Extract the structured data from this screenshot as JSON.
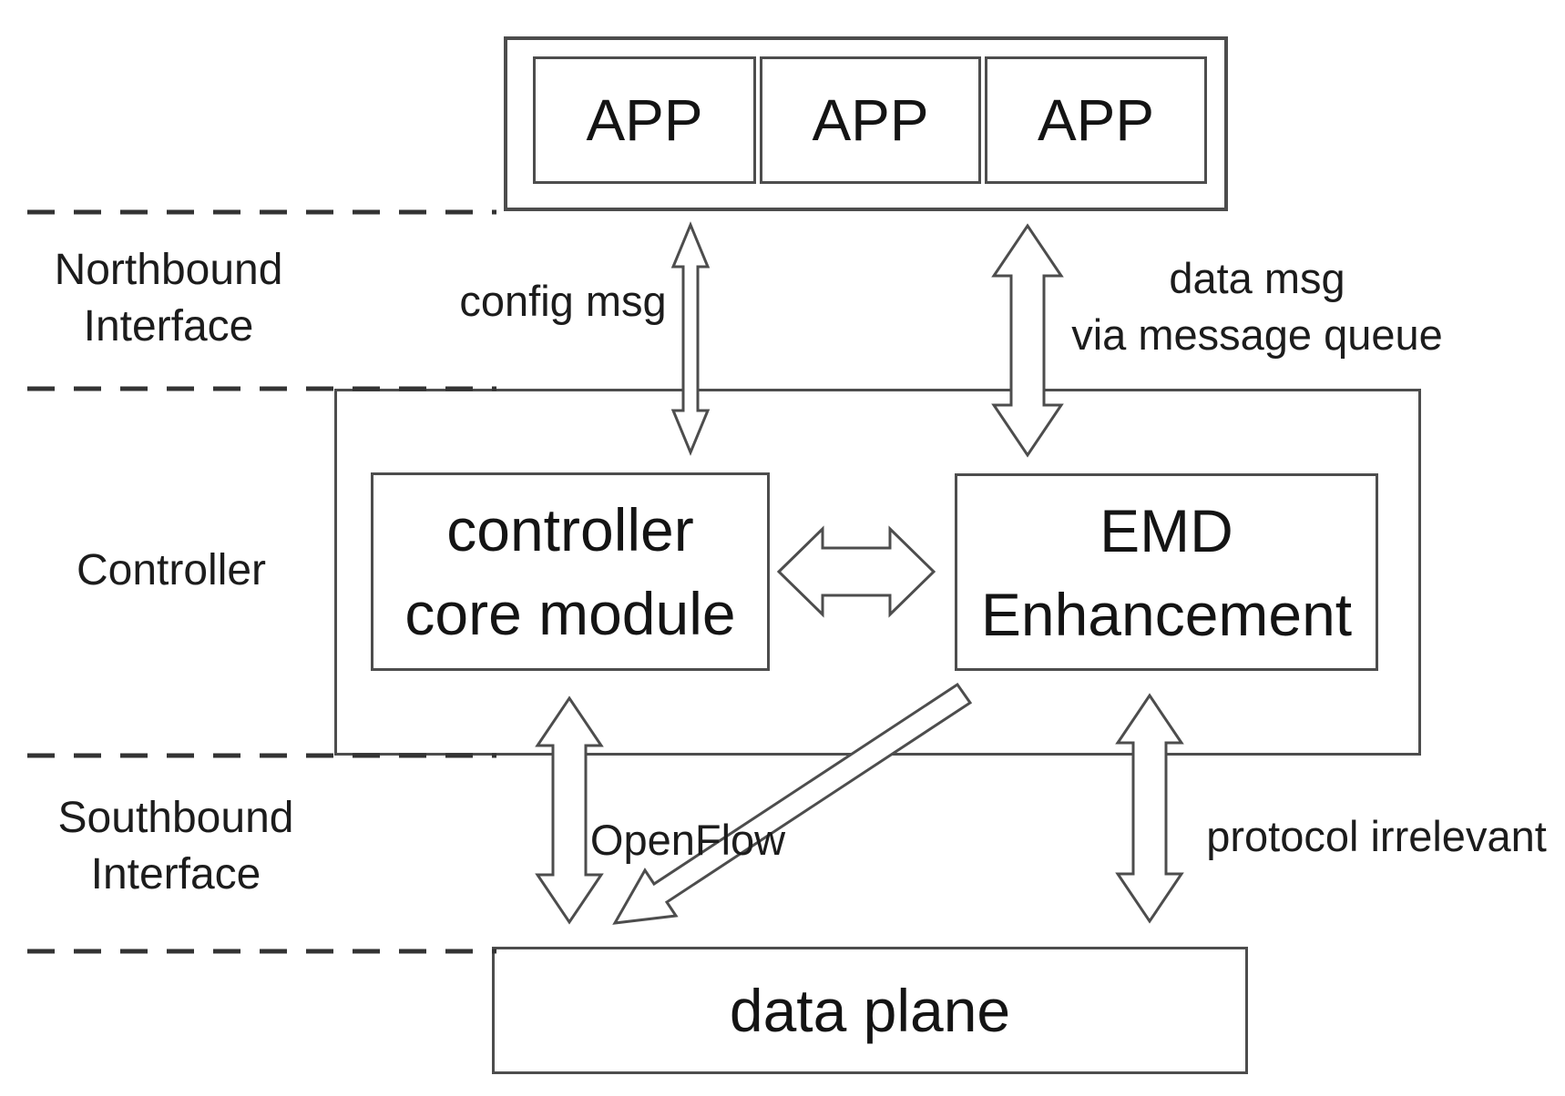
{
  "layers": {
    "northbound": {
      "line1": "Northbound",
      "line2": "Interface"
    },
    "controller": {
      "label": "Controller"
    },
    "southbound": {
      "line1": "Southbound",
      "line2": "Interface"
    }
  },
  "app_row": {
    "apps": [
      {
        "label": "APP"
      },
      {
        "label": "APP"
      },
      {
        "label": "APP"
      }
    ]
  },
  "controller_section": {
    "core_module": {
      "line1": "controller",
      "line2": "core module"
    },
    "emd": {
      "line1": "EMD",
      "line2": "Enhancement"
    }
  },
  "data_plane": {
    "label": "data plane"
  },
  "arrows": {
    "config": {
      "label": "config msg",
      "icon": "double-arrow-vertical"
    },
    "data_msg": {
      "line1": "data msg",
      "line2": "via message queue",
      "icon": "double-arrow-vertical"
    },
    "core_emd": {
      "icon": "double-arrow-horizontal"
    },
    "openflow": {
      "label": "OpenFlow",
      "icon": "double-arrow-vertical"
    },
    "emd_to_dataplane": {
      "icon": "single-arrow-diagonal"
    },
    "protocol": {
      "label": "protocol irrelevant",
      "icon": "double-arrow-vertical"
    }
  },
  "colors": {
    "stroke": "#4d4d4d",
    "dash": "#333333",
    "text": "#1a1a1a",
    "background": "#ffffff"
  }
}
